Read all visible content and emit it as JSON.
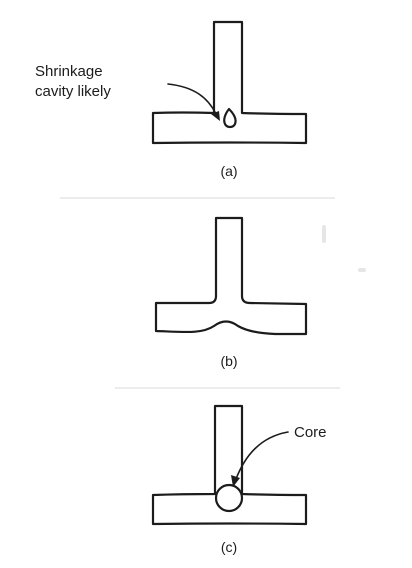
{
  "panels": [
    {
      "caption": "(a)",
      "annotation_lines": [
        "Shrinkage",
        "cavity likely"
      ]
    },
    {
      "caption": "(b)"
    },
    {
      "caption": "(c)",
      "annotation_lines": [
        "Core"
      ]
    }
  ],
  "colors": {
    "ink": "#1c1c1c",
    "background": "#ffffff",
    "separator": "#d9d9d9"
  }
}
